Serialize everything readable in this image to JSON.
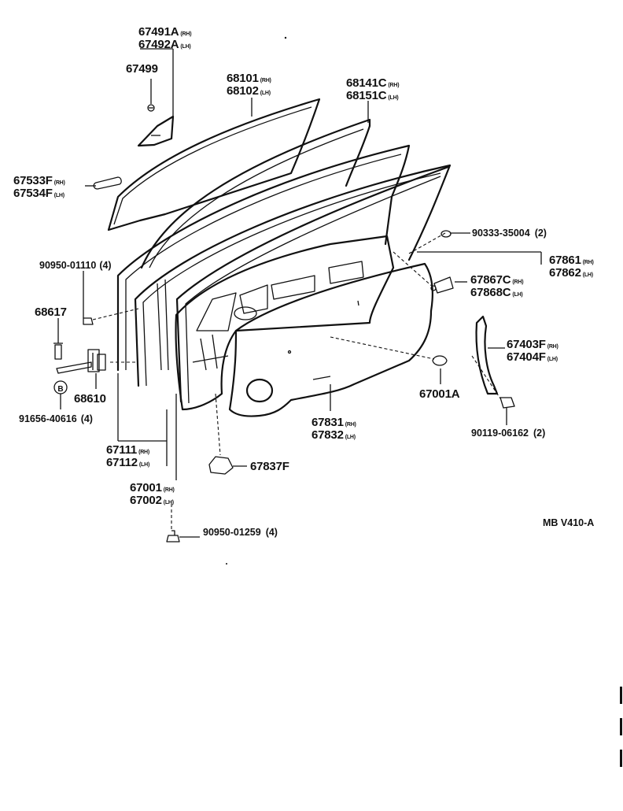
{
  "diagram": {
    "ref_code": "MB V410-A",
    "callouts": [
      {
        "id": "c-67491a",
        "lines": [
          {
            "num": "67491A",
            "sfx": "(RH)"
          },
          {
            "num": "67492A",
            "sfx": "(LH)"
          }
        ]
      },
      {
        "id": "c-67499",
        "lines": [
          {
            "num": "67499",
            "sfx": ""
          }
        ]
      },
      {
        "id": "c-68101",
        "lines": [
          {
            "num": "68101",
            "sfx": "(RH)"
          },
          {
            "num": "68102",
            "sfx": "(LH)"
          }
        ]
      },
      {
        "id": "c-68141c",
        "lines": [
          {
            "num": "68141C",
            "sfx": "(RH)"
          },
          {
            "num": "68151C",
            "sfx": "(LH)"
          }
        ]
      },
      {
        "id": "c-67533f",
        "lines": [
          {
            "num": "67533F",
            "sfx": "(RH)"
          },
          {
            "num": "67534F",
            "sfx": "(LH)"
          }
        ]
      },
      {
        "id": "c-90333",
        "lines": [
          {
            "num": "90333-35004",
            "sfx": "",
            "qty": "(2)"
          }
        ]
      },
      {
        "id": "c-90950-01110",
        "lines": [
          {
            "num": "90950-01110",
            "sfx": "",
            "qty": "(4)"
          }
        ]
      },
      {
        "id": "c-67861",
        "lines": [
          {
            "num": "67861",
            "sfx": "(RH)"
          },
          {
            "num": "67862",
            "sfx": "(LH)"
          }
        ]
      },
      {
        "id": "c-67867c",
        "lines": [
          {
            "num": "67867C",
            "sfx": "(RH)"
          },
          {
            "num": "67868C",
            "sfx": "(LH)"
          }
        ]
      },
      {
        "id": "c-68617",
        "lines": [
          {
            "num": "68617",
            "sfx": ""
          }
        ]
      },
      {
        "id": "c-67403f",
        "lines": [
          {
            "num": "67403F",
            "sfx": "(RH)"
          },
          {
            "num": "67404F",
            "sfx": "(LH)"
          }
        ]
      },
      {
        "id": "c-68610",
        "lines": [
          {
            "num": "68610",
            "sfx": ""
          }
        ]
      },
      {
        "id": "c-67001a",
        "lines": [
          {
            "num": "67001A",
            "sfx": ""
          }
        ]
      },
      {
        "id": "c-91656",
        "lines": [
          {
            "num": "91656-40616",
            "sfx": "",
            "qty": "(4)"
          }
        ]
      },
      {
        "id": "c-67831",
        "lines": [
          {
            "num": "67831",
            "sfx": "(RH)"
          },
          {
            "num": "67832",
            "sfx": "(LH)"
          }
        ]
      },
      {
        "id": "c-90119",
        "lines": [
          {
            "num": "90119-06162",
            "sfx": "",
            "qty": "(2)"
          }
        ]
      },
      {
        "id": "c-67111",
        "lines": [
          {
            "num": "67111",
            "sfx": "(RH)"
          },
          {
            "num": "67112",
            "sfx": "(LH)"
          }
        ]
      },
      {
        "id": "c-67837f",
        "lines": [
          {
            "num": "67837F",
            "sfx": ""
          }
        ]
      },
      {
        "id": "c-67001",
        "lines": [
          {
            "num": "67001",
            "sfx": "(RH)"
          },
          {
            "num": "67002",
            "sfx": "(LH)"
          }
        ]
      },
      {
        "id": "c-90950-01259",
        "lines": [
          {
            "num": "90950-01259",
            "sfx": "",
            "qty": "(4)"
          }
        ]
      }
    ],
    "badge_letter": "B"
  }
}
